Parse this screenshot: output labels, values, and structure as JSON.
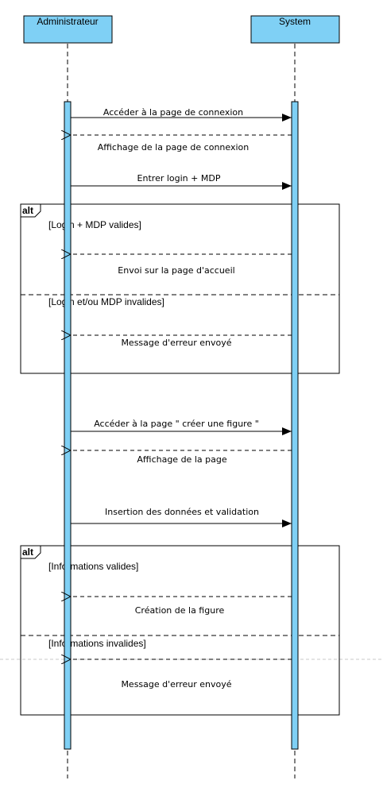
{
  "colors": {
    "lifeline_fill": "#7fd0f5",
    "stroke": "#000000",
    "faint_dash": "#c8c8c8"
  },
  "lifelines": [
    {
      "id": "admin",
      "label": "Administrateur"
    },
    {
      "id": "system",
      "label": "System"
    }
  ],
  "messages": [
    {
      "label": "Accéder à la page de connexion",
      "from": "admin",
      "to": "system",
      "style": "sync"
    },
    {
      "label": "Affichage de la page de connexion",
      "from": "system",
      "to": "admin",
      "style": "reply"
    },
    {
      "label": "Entrer login + MDP",
      "from": "admin",
      "to": "system",
      "style": "sync"
    },
    {
      "label": "Envoi sur la page d'accueil",
      "from": "system",
      "to": "admin",
      "style": "reply"
    },
    {
      "label": "Message d'erreur envoyé",
      "from": "system",
      "to": "admin",
      "style": "reply"
    },
    {
      "label": "Accéder à la page \" créer une figure \"",
      "from": "admin",
      "to": "system",
      "style": "sync"
    },
    {
      "label": "Affichage de la page",
      "from": "system",
      "to": "admin",
      "style": "reply"
    },
    {
      "label": "Insertion des données et validation",
      "from": "admin",
      "to": "system",
      "style": "sync"
    },
    {
      "label": "Création de la figure",
      "from": "system",
      "to": "admin",
      "style": "reply"
    },
    {
      "label": "Message d'erreur envoyé",
      "from": "system",
      "to": "admin",
      "style": "reply"
    }
  ],
  "fragments": [
    {
      "tag": "alt",
      "guards": [
        "[Login + MDP valides]",
        "[Login et/ou MDP invalides]"
      ]
    },
    {
      "tag": "alt",
      "guards": [
        "[Informations valides]",
        "[Informations invalides]"
      ]
    }
  ]
}
